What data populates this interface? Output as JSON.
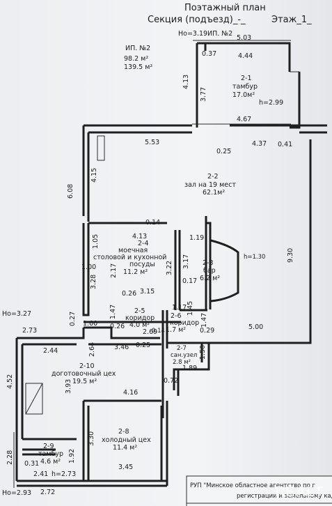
{
  "header": {
    "title": "Поэтажный план",
    "section_label": "Секция (подъезд)_-_",
    "floor_label": "Этаж_1_",
    "ho_top": "Ho=3.19",
    "ip_top": "ИП. №2"
  },
  "ip_block": {
    "label": "ИП. №2",
    "area1": "98.2  м²",
    "area2": "139.5 м²"
  },
  "rooms": [
    {
      "id": "2-1",
      "name": "тамбур",
      "area": "17.0м²",
      "height": "h=2.99"
    },
    {
      "id": "2-2",
      "name": "зал на 19 мест",
      "area": "62.1м²"
    },
    {
      "id": "2-3",
      "name": "бар",
      "area": "6.2 м²",
      "height": "h=1.30"
    },
    {
      "id": "2-4",
      "name_line1": "моечная",
      "name_line2": "столовой и кухонной",
      "name_line3": "посуды",
      "area": "11.2 м²"
    },
    {
      "id": "2-5",
      "name": "коридор",
      "area": "4.0 м²"
    },
    {
      "id": "2-6",
      "name": "коридор",
      "area": "1.7 м²"
    },
    {
      "id": "2-7",
      "name": "сан.узел",
      "area": "2.8 м²"
    },
    {
      "id": "2-8",
      "name": "холодный цех",
      "area": "11.4 м²"
    },
    {
      "id": "2-9",
      "name": "тамбур",
      "area": "4.6 м²",
      "height": "h=2.73"
    },
    {
      "id": "2-10",
      "name": "доготовочный цех",
      "area": "19.5 м²"
    }
  ],
  "dimensions": {
    "d503": "5.03",
    "d444": "4.44",
    "d037": "0.37",
    "d413": "4.13",
    "d377": "3.77",
    "d467": "4.67",
    "d437": "4.37",
    "d041": "0.41",
    "d553": "5.53",
    "d025a": "0.25",
    "d608": "6.08",
    "d415": "4.15",
    "d930": "9.30",
    "d014a": "0.14",
    "d413b": "4.13",
    "d119": "1.19",
    "d105": "1.05",
    "d100a": "1.00",
    "d317": "3.17",
    "d322": "3.22",
    "d217": "2.17",
    "d017": "0.17",
    "d328": "3.28",
    "d026a": "0.26",
    "d315": "3.15",
    "d147a": "1.47",
    "d117": "1.17",
    "d145": "1.45",
    "d147b": "1.47",
    "d027": "0.27",
    "d273": "2.73",
    "d100b": "1.00",
    "d026b": "0.26",
    "d269": "2.69",
    "d014b": "0.14",
    "d029": "0.29",
    "d500": "5.00",
    "d244": "2.44",
    "d264": "2.64",
    "d346": "3.46",
    "d025b": "0.25",
    "d150": "1.50",
    "d189": "1.89",
    "d452": "4.52",
    "d393": "3.93",
    "d072": "0.72",
    "d416": "4.16",
    "d330": "3.30",
    "d192": "1.92",
    "d228": "2.28",
    "d031": "0.31",
    "d241": "2.41",
    "d345": "3.45",
    "d272": "2.72"
  },
  "ho_left": "Ho=3.27",
  "ho_bottom": "Ho=2.93",
  "footer_line1": "РУП \"Минское областное агентство по г",
  "footer_line2": "регистрации и земельному кад",
  "watermark": "REALT"
}
